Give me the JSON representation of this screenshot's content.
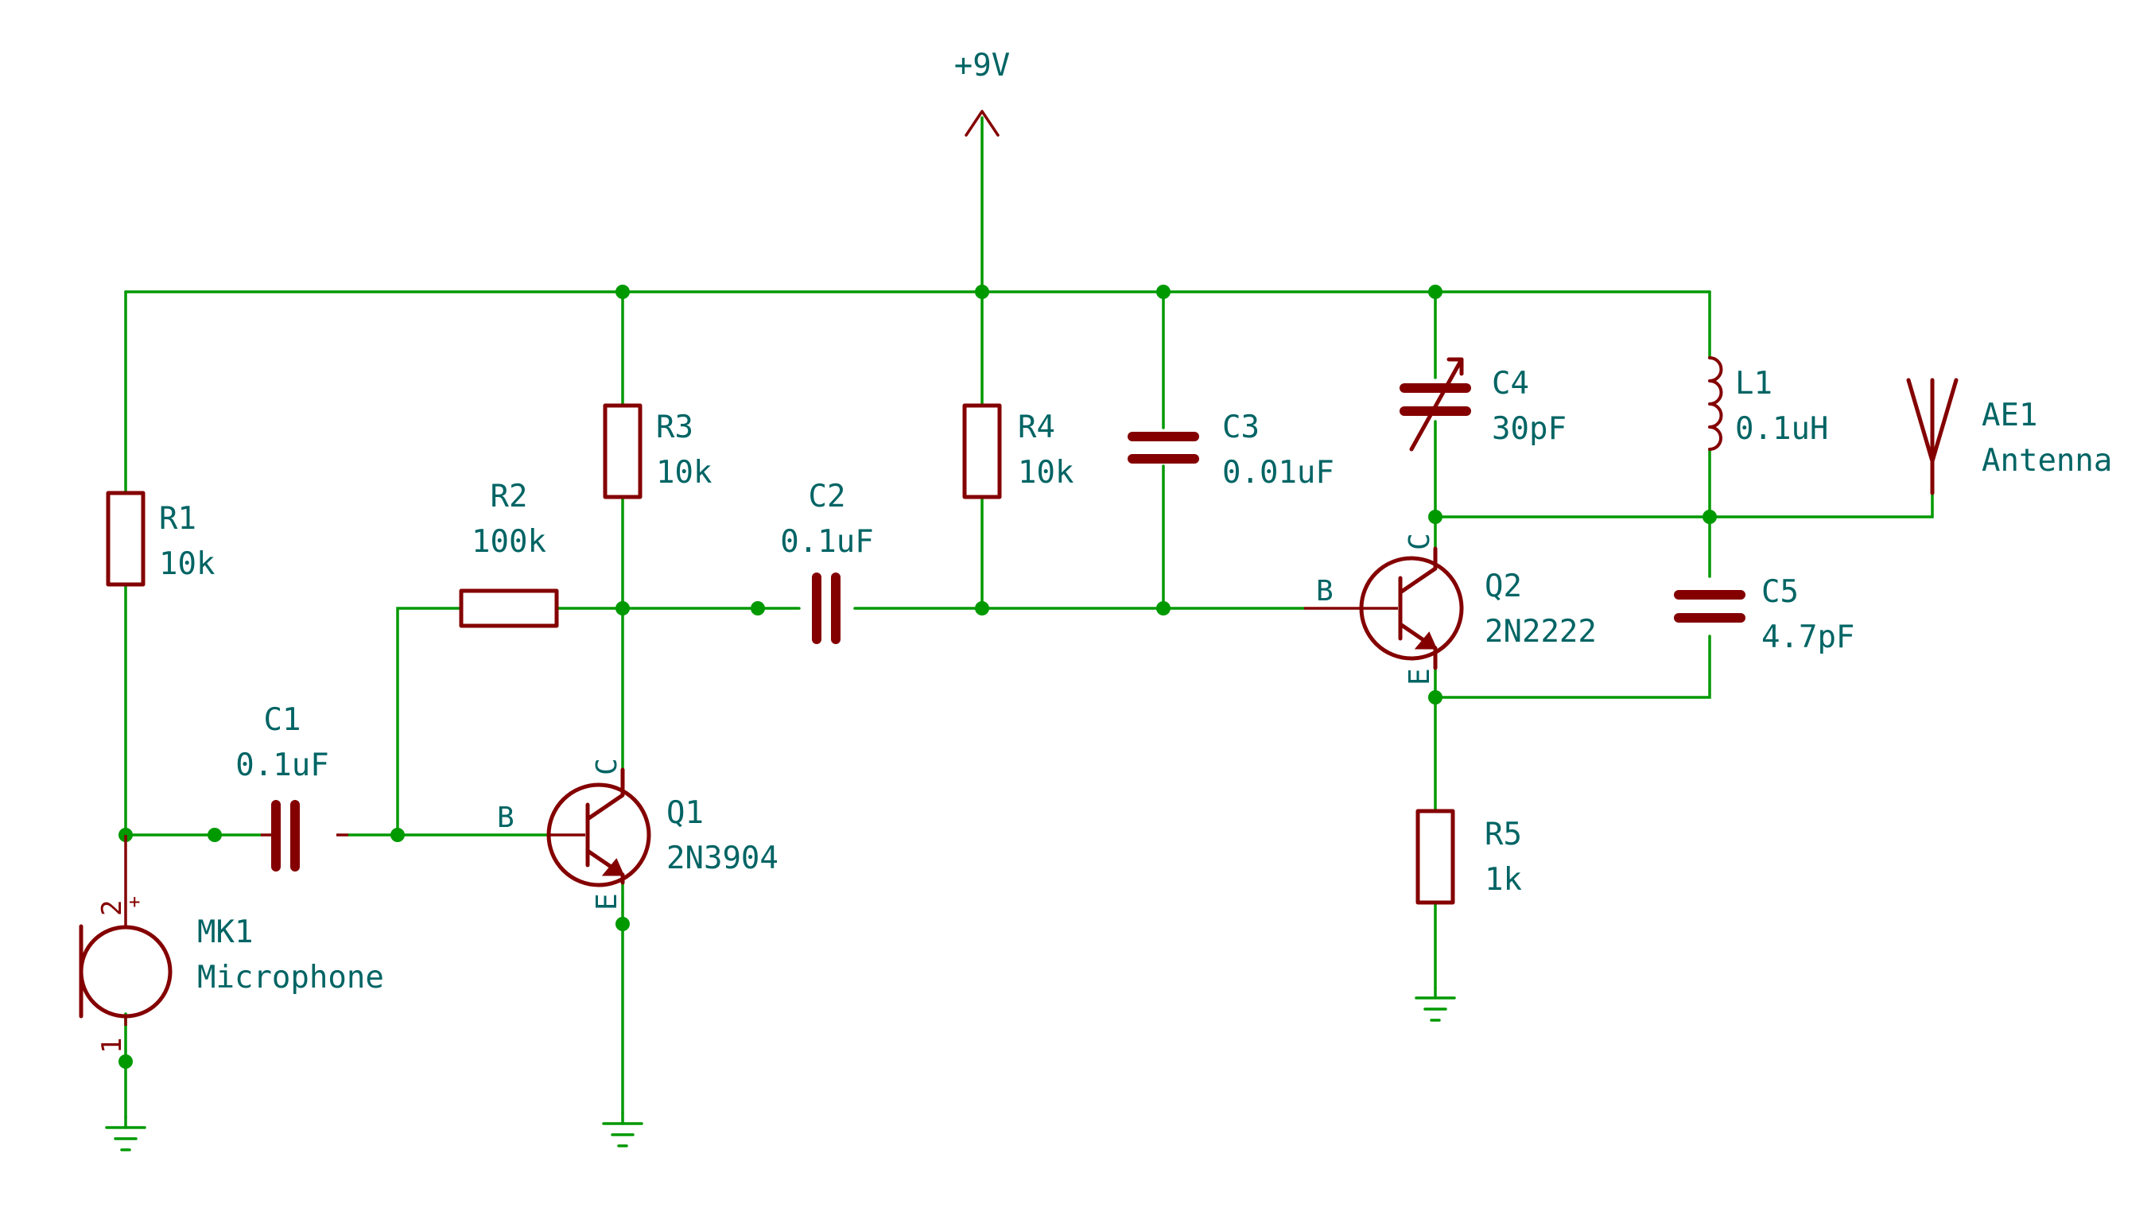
{
  "supply": {
    "label": "+9V"
  },
  "components": {
    "R1": {
      "ref": "R1",
      "value": "10k"
    },
    "R2": {
      "ref": "R2",
      "value": "100k"
    },
    "R3": {
      "ref": "R3",
      "value": "10k"
    },
    "R4": {
      "ref": "R4",
      "value": "10k"
    },
    "R5": {
      "ref": "R5",
      "value": "1k"
    },
    "C1": {
      "ref": "C1",
      "value": "0.1uF"
    },
    "C2": {
      "ref": "C2",
      "value": "0.1uF"
    },
    "C3": {
      "ref": "C3",
      "value": "0.01uF"
    },
    "C4": {
      "ref": "C4",
      "value": "30pF"
    },
    "C5": {
      "ref": "C5",
      "value": "4.7pF"
    },
    "L1": {
      "ref": "L1",
      "value": "0.1uH"
    },
    "Q1": {
      "ref": "Q1",
      "value": "2N3904"
    },
    "Q2": {
      "ref": "Q2",
      "value": "2N2222"
    },
    "MK1": {
      "ref": "MK1",
      "value": "Microphone"
    },
    "AE1": {
      "ref": "AE1",
      "value": "Antenna"
    }
  },
  "pin_labels": {
    "base": "B",
    "collector": "C",
    "emitter": "E",
    "mic_pin1": "1",
    "mic_pin2": "2",
    "mic_plus": "+"
  },
  "colors": {
    "wire": "#009900",
    "symbol": "#840000",
    "text": "#006464",
    "background": "#ffffff"
  }
}
